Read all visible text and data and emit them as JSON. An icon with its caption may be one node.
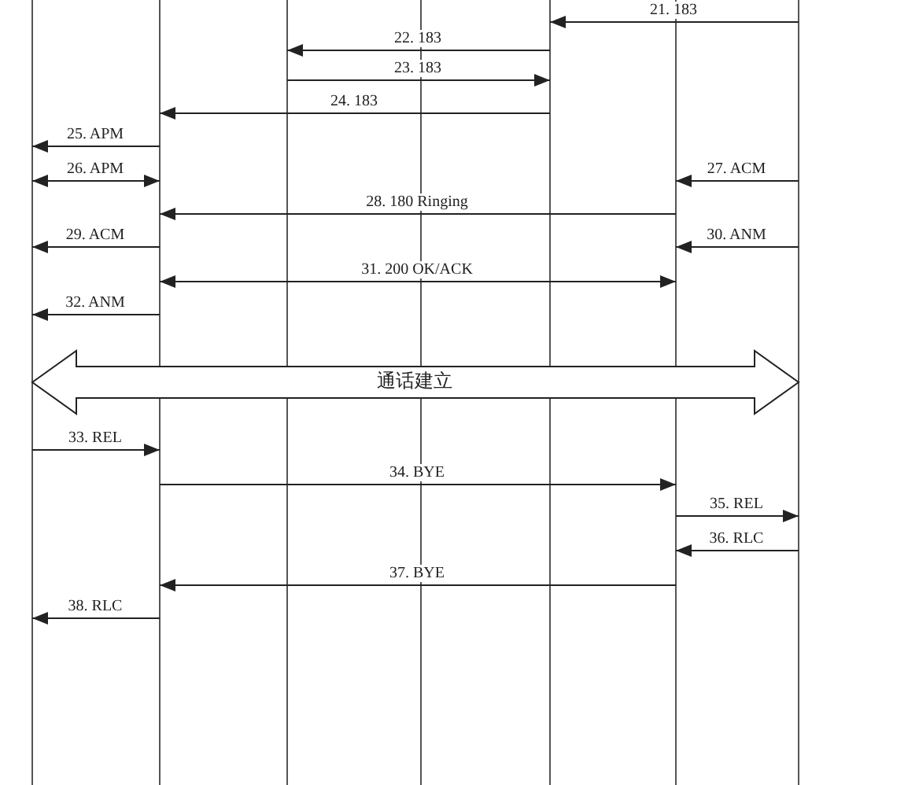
{
  "diagram": {
    "nodes": [
      {
        "text": [],
        "shape": "line"
      },
      {
        "text": [],
        "shape": "line"
      },
      {
        "text": [],
        "shape": "line"
      },
      {
        "text": [],
        "shape": "line"
      },
      {
        "text": [],
        "shape": "line"
      },
      {
        "text": [],
        "shape": "line"
      },
      {
        "text": [],
        "shape": "line"
      }
    ],
    "edges": [
      {
        "from": 6,
        "to": 4,
        "arrow": "to",
        "label": "21. 183"
      },
      {
        "from": 4,
        "to": 2,
        "arrow": "to",
        "label": "22. 183"
      },
      {
        "from": 2,
        "to": 4,
        "arrow": "to",
        "label": "23. 183"
      },
      {
        "from": 4,
        "to": 1,
        "arrow": "to",
        "label": "24. 183"
      },
      {
        "from": 1,
        "to": 0,
        "arrow": "to",
        "label": "25. APM"
      },
      {
        "from": 0,
        "to": 1,
        "arrow": "both",
        "label": "26. APM"
      },
      {
        "from": 6,
        "to": 5,
        "arrow": "to",
        "label": "27. ACM"
      },
      {
        "from": 5,
        "to": 1,
        "arrow": "to",
        "label": "28. 180 Ringing"
      },
      {
        "from": 1,
        "to": 0,
        "arrow": "to",
        "label": "29. ACM"
      },
      {
        "from": 6,
        "to": 5,
        "arrow": "to",
        "label": "30. ANM"
      },
      {
        "from": 1,
        "to": 5,
        "arrow": "both",
        "label": "31. 200 OK/ACK"
      },
      {
        "from": 1,
        "to": 0,
        "arrow": "to",
        "label": "32. ANM"
      },
      {
        "from": 0,
        "to": 6,
        "arrow": "both",
        "label": "通话建立",
        "style": "thick"
      },
      {
        "from": 0,
        "to": 1,
        "arrow": "to",
        "label": "33. REL"
      },
      {
        "from": 1,
        "to": 5,
        "arrow": "to",
        "label": "34. BYE"
      },
      {
        "from": 5,
        "to": 6,
        "arrow": "to",
        "label": "35. REL"
      },
      {
        "from": 6,
        "to": 5,
        "arrow": "to",
        "label": "36. RLC"
      },
      {
        "from": 5,
        "to": 1,
        "arrow": "to",
        "label": "37. BYE"
      },
      {
        "from": 1,
        "to": 0,
        "arrow": "to",
        "label": "38. RLC"
      }
    ]
  }
}
